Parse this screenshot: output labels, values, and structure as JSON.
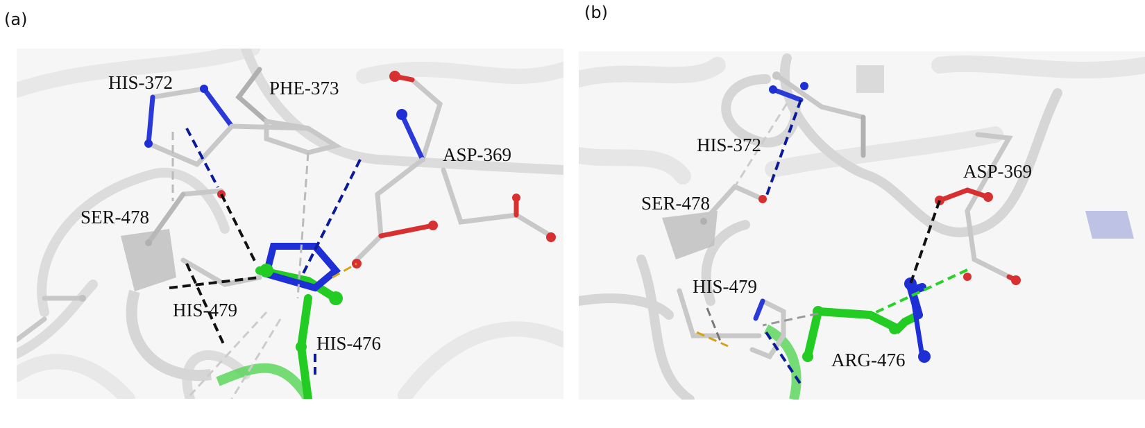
{
  "figure": {
    "panels": [
      {
        "id": "a",
        "label": "(a)",
        "residues": [
          {
            "name": "HIS-372"
          },
          {
            "name": "PHE-373"
          },
          {
            "name": "ASP-369"
          },
          {
            "name": "SER-478"
          },
          {
            "name": "HIS-479"
          },
          {
            "name": "HIS-476"
          }
        ]
      },
      {
        "id": "b",
        "label": "(b)",
        "residues": [
          {
            "name": "HIS-372"
          },
          {
            "name": "SER-478"
          },
          {
            "name": "ASP-369"
          },
          {
            "name": "HIS-479"
          },
          {
            "name": "ARG-476"
          }
        ]
      }
    ],
    "colors": {
      "carbon": "#c8c8c8",
      "nitrogen": "#1f2fd6",
      "oxygen": "#d83030",
      "mutant_residue": "#22cc22",
      "hbond_black": "#111111",
      "hbond_blue": "#0a1a9a",
      "hbond_green": "#2ad12a",
      "hbond_gray": "#bbbbbb",
      "hbond_yellow": "#d6a21a",
      "ribbon": "#e3e3e3",
      "background": "#f6f6f6"
    }
  }
}
